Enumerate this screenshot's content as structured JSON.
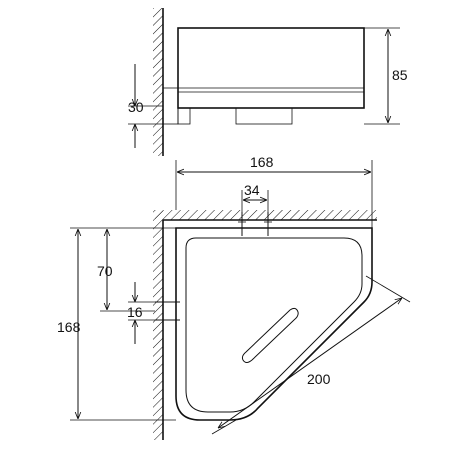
{
  "dimensions": {
    "side_height": "85",
    "side_mount": "30",
    "top_width": "168",
    "top_slot": "34",
    "left_height": "168",
    "left_offset": "70",
    "left_small": "16",
    "diagonal": "200"
  }
}
